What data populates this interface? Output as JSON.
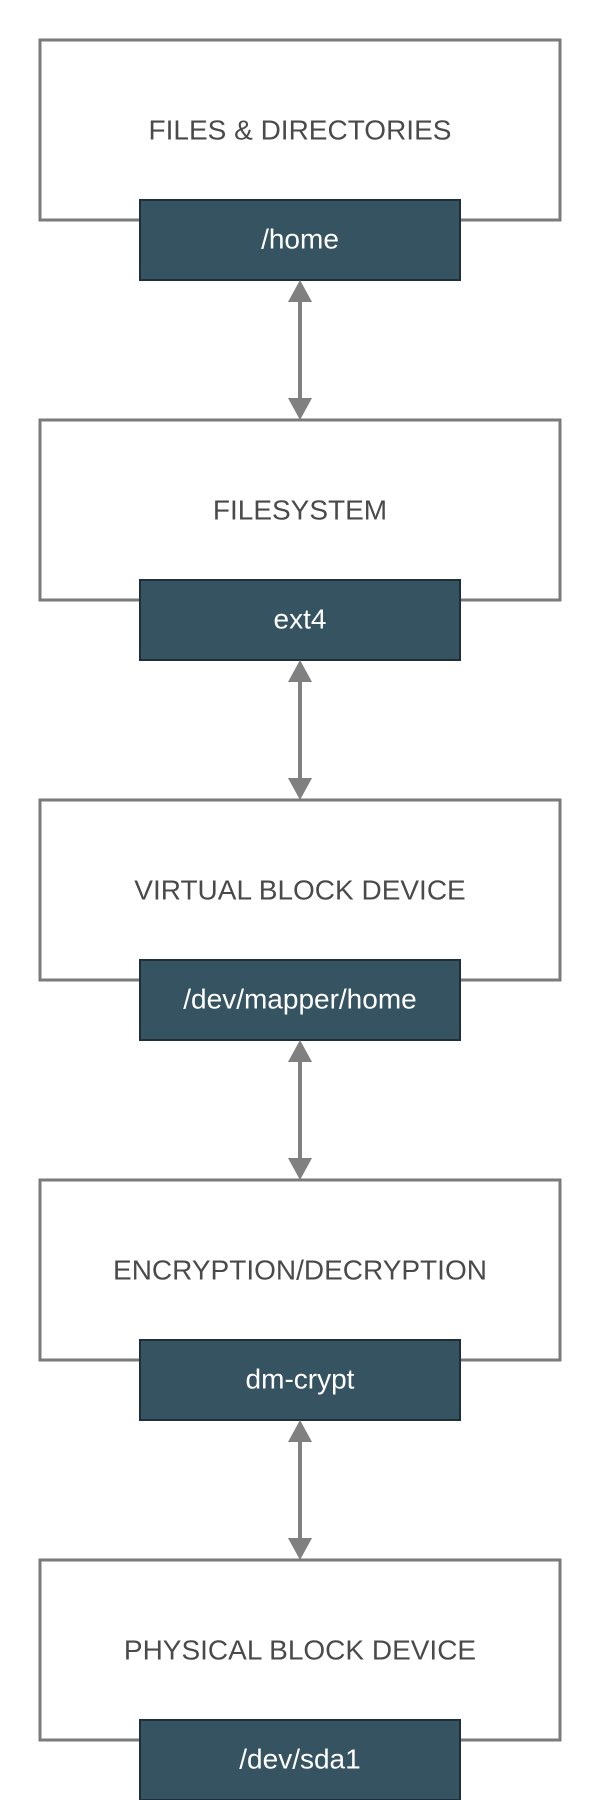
{
  "colors": {
    "tag_fill": "#355361",
    "box_stroke": "#7a7a7a",
    "arrow": "#808080",
    "title_text": "#4a4a4a",
    "tag_text": "#ffffff"
  },
  "layers": [
    {
      "title": "FILES & DIRECTORIES",
      "tag": "/home"
    },
    {
      "title": "FILESYSTEM",
      "tag": "ext4"
    },
    {
      "title": "VIRTUAL BLOCK DEVICE",
      "tag": "/dev/mapper/home"
    },
    {
      "title": "ENCRYPTION/DECRYPTION",
      "tag": "dm-crypt"
    },
    {
      "title": "PHYSICAL BLOCK DEVICE",
      "tag": "/dev/sda1"
    }
  ],
  "connectors": [
    {
      "from": "/home",
      "to": "FILESYSTEM",
      "direction": "bidirectional"
    },
    {
      "from": "ext4",
      "to": "VIRTUAL BLOCK DEVICE",
      "direction": "bidirectional"
    },
    {
      "from": "/dev/mapper/home",
      "to": "ENCRYPTION/DECRYPTION",
      "direction": "bidirectional"
    },
    {
      "from": "dm-crypt",
      "to": "PHYSICAL BLOCK DEVICE",
      "direction": "bidirectional"
    }
  ]
}
